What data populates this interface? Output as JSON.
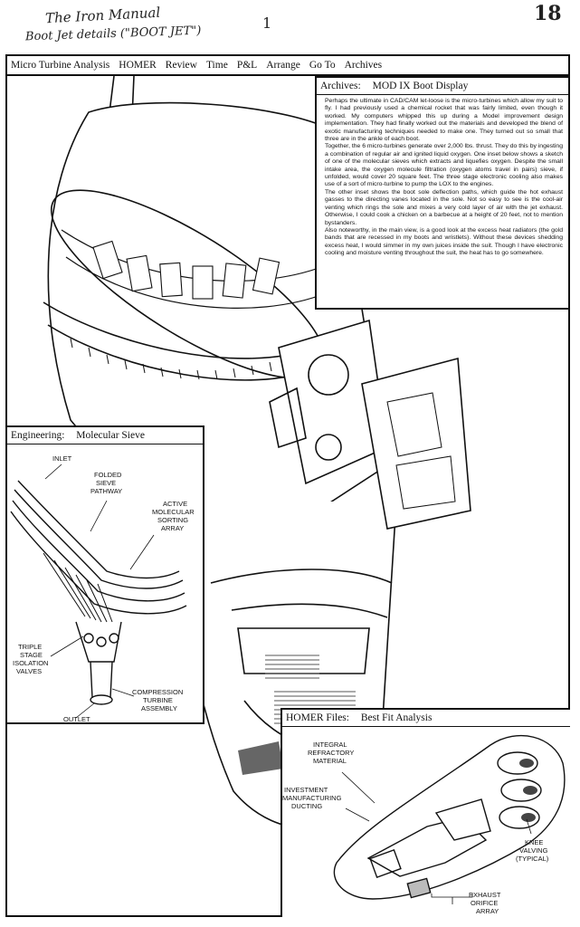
{
  "handwriting": {
    "line1": "The Iron Manual",
    "line2": "Boot Jet details (\"BOOT JET\")",
    "page_number": "1",
    "corner_number": "18"
  },
  "menubar": {
    "items": [
      "Micro Turbine Analysis",
      "HOMER",
      "Review",
      "Time",
      "P&L",
      "Arrange",
      "Go To",
      "Archives"
    ]
  },
  "archives": {
    "title_app": "Archives:",
    "title_doc": "MOD IX Boot Display",
    "paragraphs": [
      "Perhaps the ultimate in CAD/CAM let-loose is the micro-turbines which allow my suit to fly. I had previously used a chemical rocket that was fairly limited, even though it worked. My computers whipped this up during a Model improvement design implementation. They had finally worked out the materials and developed the blend of exotic manufacturing techniques needed to make one. They turned out so small that three are in the ankle of each boot.",
      "Together, the 6 micro-turbines generate over 2,000 lbs. thrust. They do this by ingesting a combination of regular air and ignited liquid oxygen. One inset below shows a sketch of one of the molecular sieves which extracts and liquefies oxygen. Despite the small intake area, the oxygen molecule filtration (oxygen atoms travel in pairs) sieve, if unfolded, would cover 20 square feet. The three stage electronic cooling also makes use of a sort of micro-turbine to pump the LOX to the engines.",
      "The other inset shows the boot sole deflection paths, which guide the hot exhaust gasses to the directing vanes located in the sole. Not so easy to see is the cool-air venting which rings the sole and mixes a very cold layer of air with the jet exhaust. Otherwise, I could cook a chicken on a barbecue at a height of 20 feet, not to mention bystanders.",
      "Also noteworthy, in the main view, is a good look at the excess heat radiators (the gold bands that are recessed in my boots and wristlets). Without these devices shedding excess heat, I would simmer in my own juices inside the suit. Though I have electronic cooling and moisture venting throughout the suit, the heat has to go somewhere."
    ]
  },
  "engineering": {
    "title_app": "Engineering:",
    "title_doc": "Molecular Sieve",
    "labels": {
      "inlet": "INLET",
      "folded": [
        "FOLDED",
        "SIEVE",
        "PATHWAY"
      ],
      "active": [
        "ACTIVE",
        "MOLECULAR",
        "SORTING",
        "ARRAY"
      ],
      "triple": [
        "TRIPLE",
        "STAGE",
        "ISOLATION",
        "VALVES"
      ],
      "compression": [
        "COMPRESSION",
        "TURBINE",
        "ASSEMBLY"
      ],
      "outlet": "OUTLET"
    }
  },
  "homer": {
    "title_app": "HOMER Files:",
    "title_doc": "Best Fit Analysis",
    "labels": {
      "integral": [
        "INTEGRAL",
        "REFRACTORY",
        "MATERIAL"
      ],
      "investment": [
        "INVESTMENT",
        "MANUFACTURING",
        "DUCTING"
      ],
      "knee": [
        "KNEE",
        "VALVING",
        "(TYPICAL)"
      ],
      "exhaust": [
        "EXHAUST",
        "ORIFICE",
        "ARRAY"
      ]
    }
  }
}
